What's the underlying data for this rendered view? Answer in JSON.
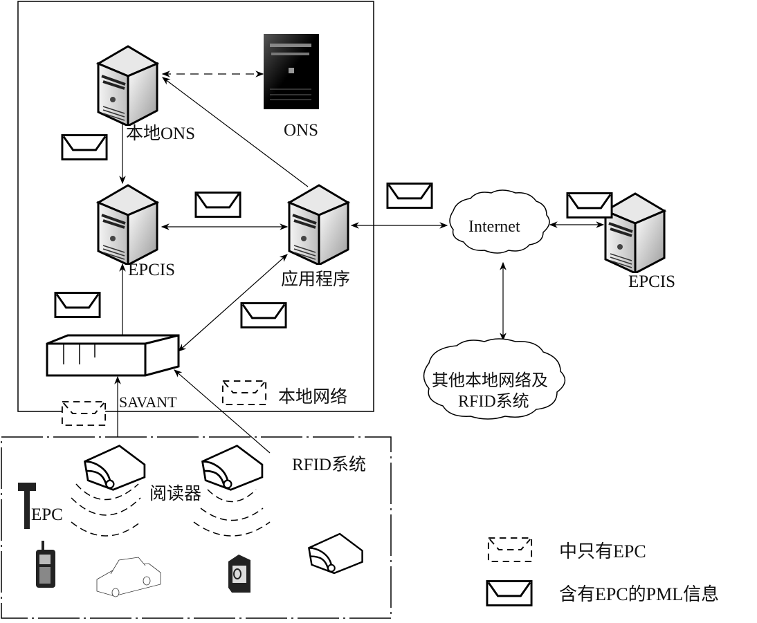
{
  "diagram": {
    "type": "EPC network architecture",
    "colors": {
      "line": "#000000",
      "background": "#ffffff"
    },
    "nodes": {
      "local_ons": {
        "label": "本地ONS",
        "icon": "server-tower-icon"
      },
      "ons": {
        "label": "ONS",
        "icon": "server-rack-icon"
      },
      "epcis_local": {
        "label": "EPCIS",
        "icon": "server-tower-icon"
      },
      "application": {
        "label": "应用程序",
        "icon": "server-tower-icon"
      },
      "savant": {
        "label": "SAVANT",
        "icon": "savant-box-icon"
      },
      "internet": {
        "label": "Internet",
        "icon": "cloud-icon"
      },
      "epcis_remote": {
        "label": "EPCIS",
        "icon": "server-tower-icon"
      },
      "other_networks": {
        "line1": "其他本地网络及",
        "line2": "RFID系统",
        "icon": "cloud-icon"
      }
    },
    "regions": {
      "local_network": {
        "label": "本地网络"
      },
      "rfid_system": {
        "label": "RFID系统"
      }
    },
    "rfid": {
      "reader_label": "阅读器",
      "tag_label": "EPC"
    },
    "legend": [
      {
        "style": "dashed",
        "label": "中只有EPC"
      },
      {
        "style": "solid",
        "label": "含有EPC的PML信息"
      }
    ]
  }
}
